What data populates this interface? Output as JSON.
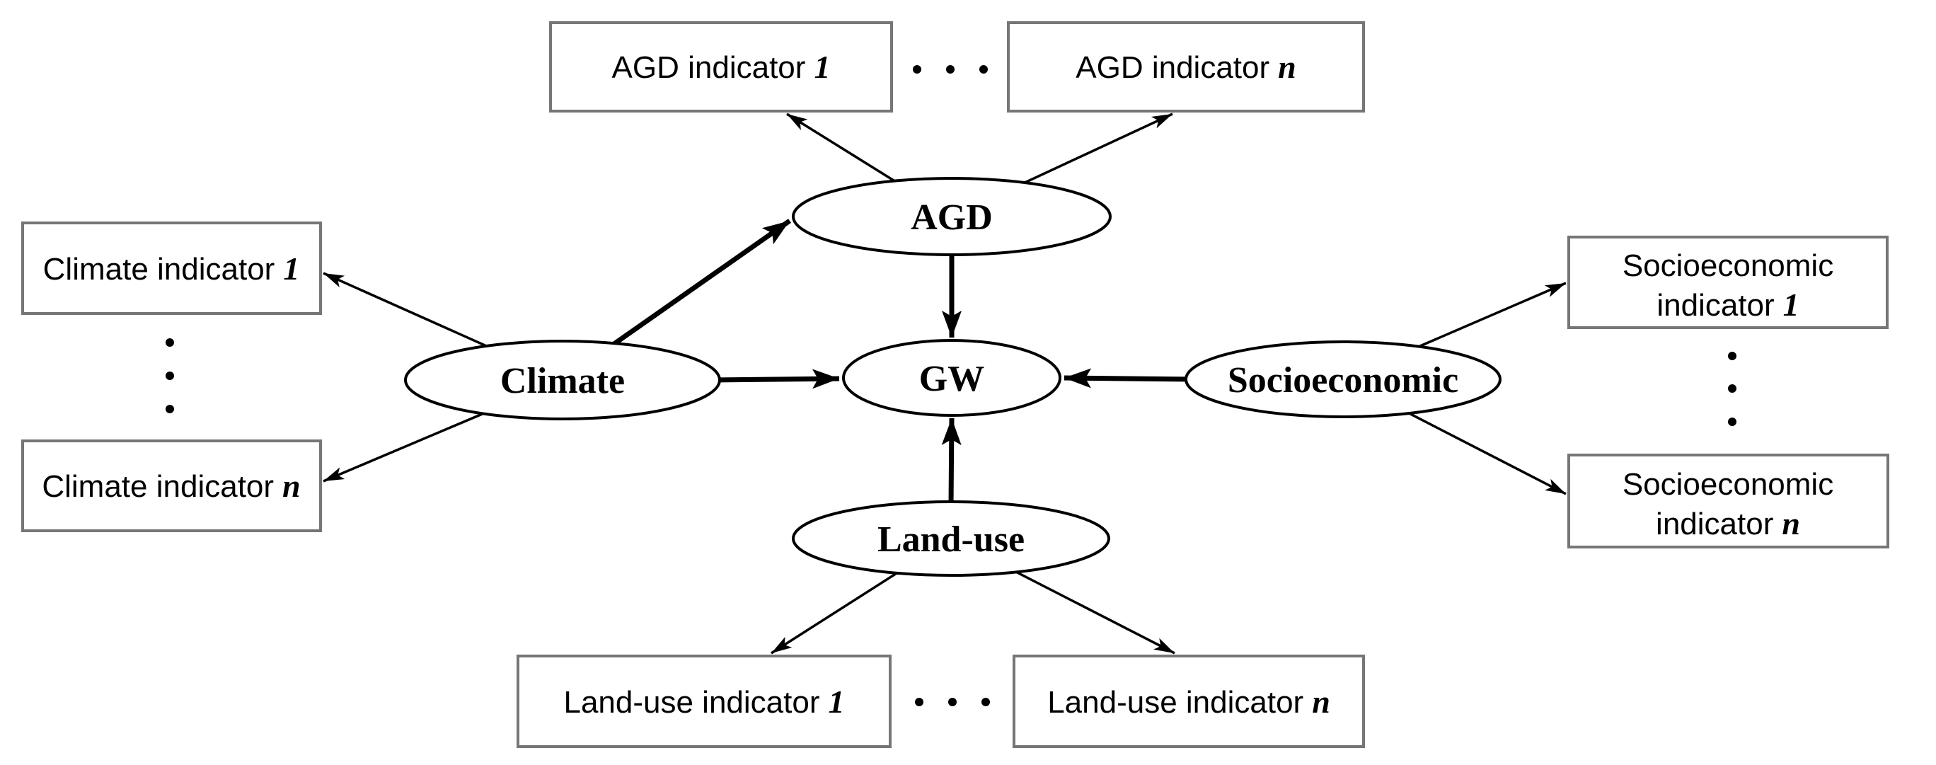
{
  "colors": {
    "background": "#ffffff",
    "line": "#000000",
    "box_border": "#767676",
    "text": "#000000"
  },
  "nodes": {
    "agd": {
      "label": "AGD"
    },
    "climate": {
      "label": "Climate"
    },
    "gw": {
      "label": "GW"
    },
    "socioeconomic": {
      "label": "Socioeconomic"
    },
    "land_use": {
      "label": "Land-use"
    }
  },
  "boxes": {
    "agd_1": {
      "line1": "AGD indicator",
      "suffix": "1"
    },
    "agd_n": {
      "line1": "AGD indicator",
      "suffix": "n"
    },
    "climate_1": {
      "line1": "Climate indicator",
      "suffix": "1"
    },
    "climate_n": {
      "line1": "Climate indicator",
      "suffix": "n"
    },
    "socioeconomic_1": {
      "line1": "Socioeconomic",
      "line2": "indicator",
      "suffix": "1"
    },
    "socioeconomic_n": {
      "line1": "Socioeconomic",
      "line2": "indicator",
      "suffix": "n"
    },
    "land_use_1": {
      "line1": "Land-use indicator",
      "suffix": "1"
    },
    "land_use_n": {
      "line1": "Land-use indicator",
      "suffix": "n"
    }
  },
  "edges": [
    {
      "from": "Climate",
      "to": "AGD",
      "style": "thick"
    },
    {
      "from": "Climate",
      "to": "GW",
      "style": "thick"
    },
    {
      "from": "AGD",
      "to": "GW",
      "style": "thick"
    },
    {
      "from": "Land-use",
      "to": "GW",
      "style": "thick"
    },
    {
      "from": "Socioeconomic",
      "to": "GW",
      "style": "thick"
    },
    {
      "from": "AGD",
      "to": "AGD indicator 1",
      "style": "thin"
    },
    {
      "from": "AGD",
      "to": "AGD indicator n",
      "style": "thin"
    },
    {
      "from": "Climate",
      "to": "Climate indicator 1",
      "style": "thin"
    },
    {
      "from": "Climate",
      "to": "Climate indicator n",
      "style": "thin"
    },
    {
      "from": "Socioeconomic",
      "to": "Socioeconomic indicator 1",
      "style": "thin"
    },
    {
      "from": "Socioeconomic",
      "to": "Socioeconomic indicator n",
      "style": "thin"
    },
    {
      "from": "Land-use",
      "to": "Land-use indicator 1",
      "style": "thin"
    },
    {
      "from": "Land-use",
      "to": "Land-use indicator n",
      "style": "thin"
    }
  ]
}
